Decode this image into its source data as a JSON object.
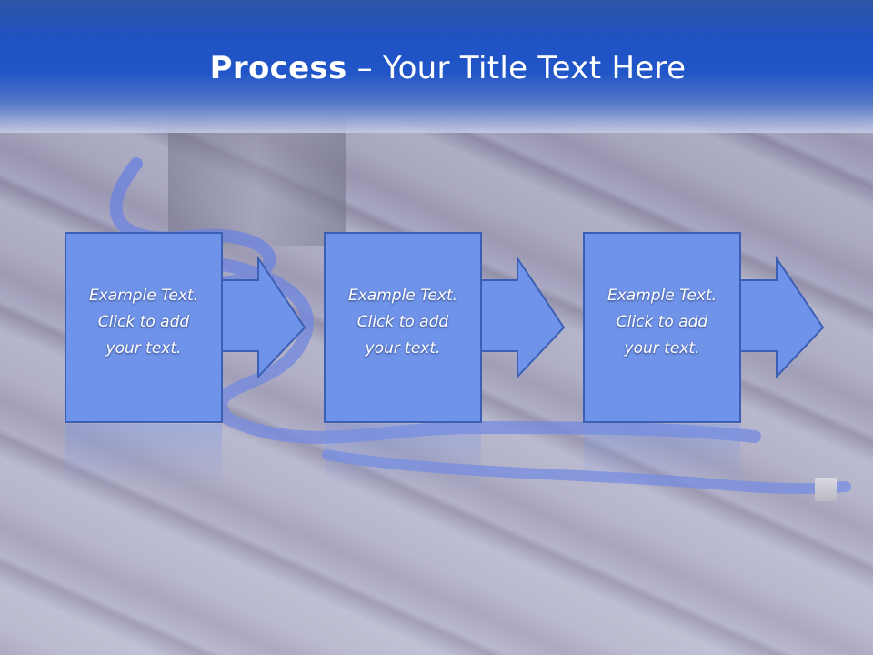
{
  "title": {
    "bold": "Process",
    "rest": " – Your Title Text Here"
  },
  "steps": [
    {
      "lines": [
        "Example Text.",
        "Click  to add",
        "your text."
      ]
    },
    {
      "lines": [
        "Example Text.",
        "Click  to add",
        "your text."
      ]
    },
    {
      "lines": [
        "Example Text.",
        "Click  to add",
        "your text."
      ]
    }
  ],
  "colors": {
    "header_blue": "#1f52c4",
    "box_fill": "#6f93e8",
    "box_border": "#3a5fb5",
    "text": "#ffffff"
  },
  "icons": {
    "step_arrow": "right-arrow-icon"
  }
}
